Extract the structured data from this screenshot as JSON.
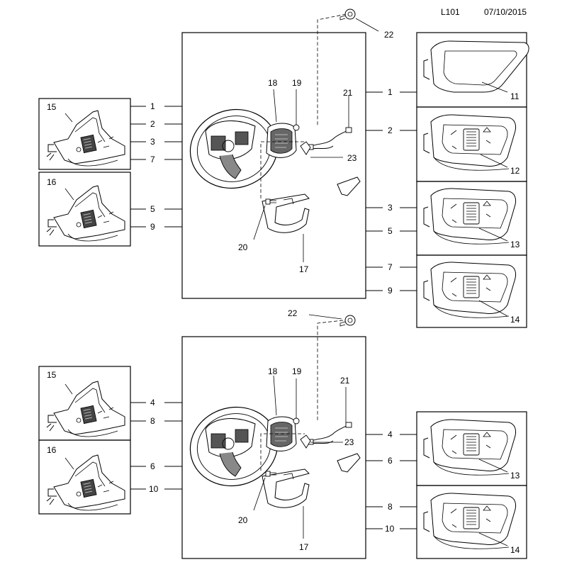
{
  "header": {
    "code": "L101",
    "date": "07/10/2015"
  },
  "callouts": {
    "n1": "1",
    "n2": "2",
    "n3": "3",
    "n4": "4",
    "n5": "5",
    "n6": "6",
    "n7": "7",
    "n8": "8",
    "n9": "9",
    "n10": "10",
    "n11": "11",
    "n12": "12",
    "n13": "13",
    "n14": "14",
    "n15": "15",
    "n16": "16",
    "n17": "17",
    "n18": "18",
    "n19": "19",
    "n20": "20",
    "n21": "21",
    "n22": "22",
    "n23": "23"
  }
}
